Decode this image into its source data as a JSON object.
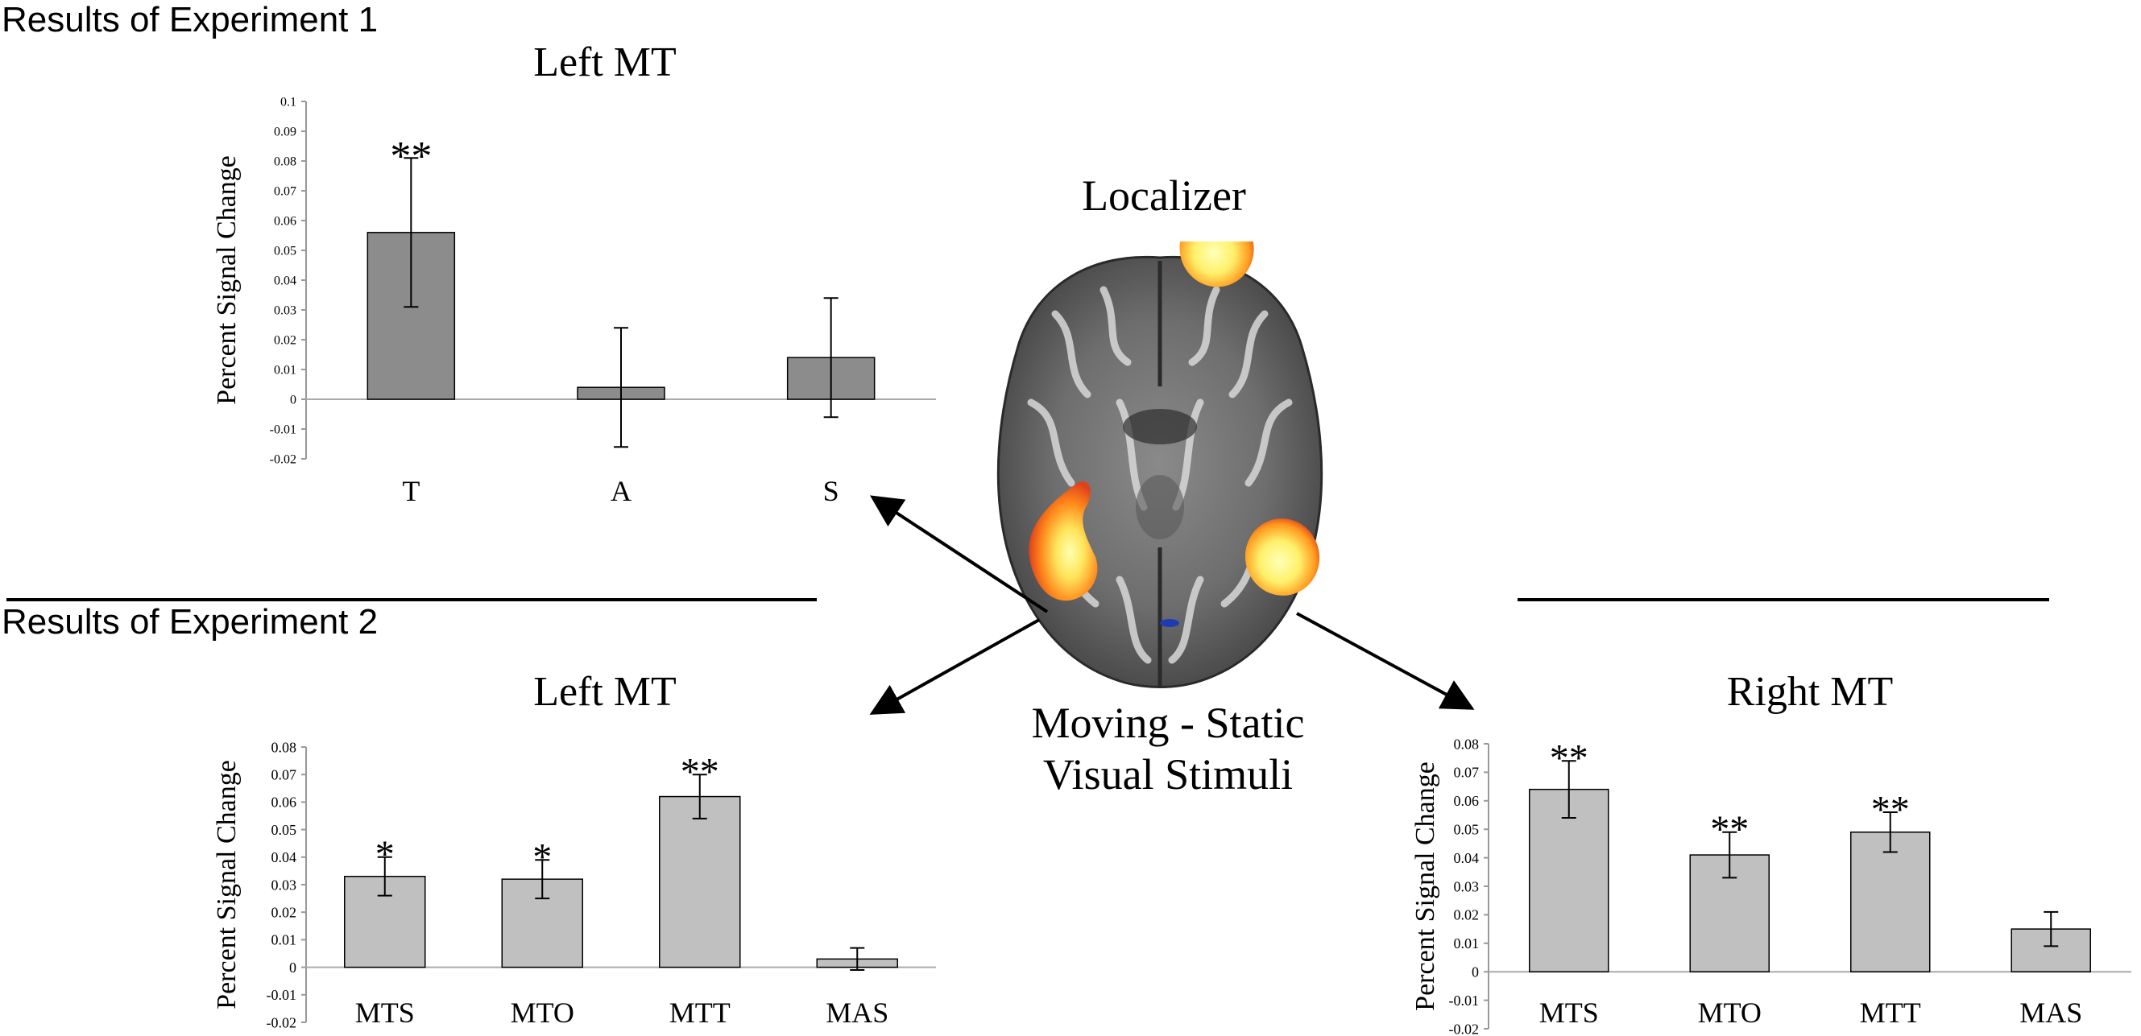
{
  "experiment1": {
    "section_title": "Results of Experiment 1"
  },
  "experiment2": {
    "section_title": "Results of Experiment 2"
  },
  "localizer": {
    "title": "Localizer",
    "caption_line1": "Moving - Static",
    "caption_line2": "Visual Stimuli",
    "colors": {
      "activation_outer": "#e0401a",
      "activation_mid": "#ff9a1f",
      "activation_core": "#ffff9a",
      "deactivation": "#1f3bb3"
    }
  },
  "chart_data": [
    {
      "type": "bar",
      "title": "Left MT",
      "ylabel": "Percent Signal Change",
      "xlabel": "",
      "categories": [
        "T",
        "A",
        "S"
      ],
      "values": [
        0.056,
        0.004,
        0.014
      ],
      "errors": [
        0.025,
        0.02,
        0.02
      ],
      "significance": [
        "**",
        "",
        ""
      ],
      "ylim": [
        -0.02,
        0.1
      ],
      "yticks": [
        -0.02,
        -0.01,
        0,
        0.01,
        0.02,
        0.03,
        0.04,
        0.05,
        0.06,
        0.07,
        0.08,
        0.09,
        0.1
      ],
      "ytick_labels": [
        "-0.02",
        "-0.01",
        "0",
        "0.01",
        "0.02",
        "0.03",
        "0.04",
        "0.05",
        "0.06",
        "0.07",
        "0.08",
        "0.09",
        "0.1"
      ],
      "bar_color": "#8c8c8c",
      "grid": false
    },
    {
      "type": "bar",
      "title": "Left MT",
      "ylabel": "Percent Signal Change",
      "xlabel": "",
      "categories": [
        "MTS",
        "MTO",
        "MTT",
        "MAS"
      ],
      "values": [
        0.033,
        0.032,
        0.062,
        0.003
      ],
      "errors": [
        0.007,
        0.007,
        0.008,
        0.004
      ],
      "significance": [
        "*",
        "*",
        "**",
        ""
      ],
      "ylim": [
        -0.02,
        0.08
      ],
      "yticks": [
        -0.02,
        -0.01,
        0,
        0.01,
        0.02,
        0.03,
        0.04,
        0.05,
        0.06,
        0.07,
        0.08
      ],
      "ytick_labels": [
        "-0.02",
        "-0.01",
        "0",
        "0.01",
        "0.02",
        "0.03",
        "0.04",
        "0.05",
        "0.06",
        "0.07",
        "0.08"
      ],
      "bar_color": "#c0c0c0",
      "grid": false
    },
    {
      "type": "bar",
      "title": "Right MT",
      "ylabel": "Percent Signal Change",
      "xlabel": "",
      "categories": [
        "MTS",
        "MTO",
        "MTT",
        "MAS"
      ],
      "values": [
        0.064,
        0.041,
        0.049,
        0.015
      ],
      "errors": [
        0.01,
        0.008,
        0.007,
        0.006
      ],
      "significance": [
        "**",
        "**",
        "**",
        ""
      ],
      "ylim": [
        -0.02,
        0.08
      ],
      "yticks": [
        -0.02,
        -0.01,
        0,
        0.01,
        0.02,
        0.03,
        0.04,
        0.05,
        0.06,
        0.07,
        0.08
      ],
      "ytick_labels": [
        "-0.02",
        "-0.01",
        "0",
        "0.01",
        "0.02",
        "0.03",
        "0.04",
        "0.05",
        "0.06",
        "0.07",
        "0.08"
      ],
      "bar_color": "#c0c0c0",
      "grid": false
    }
  ]
}
